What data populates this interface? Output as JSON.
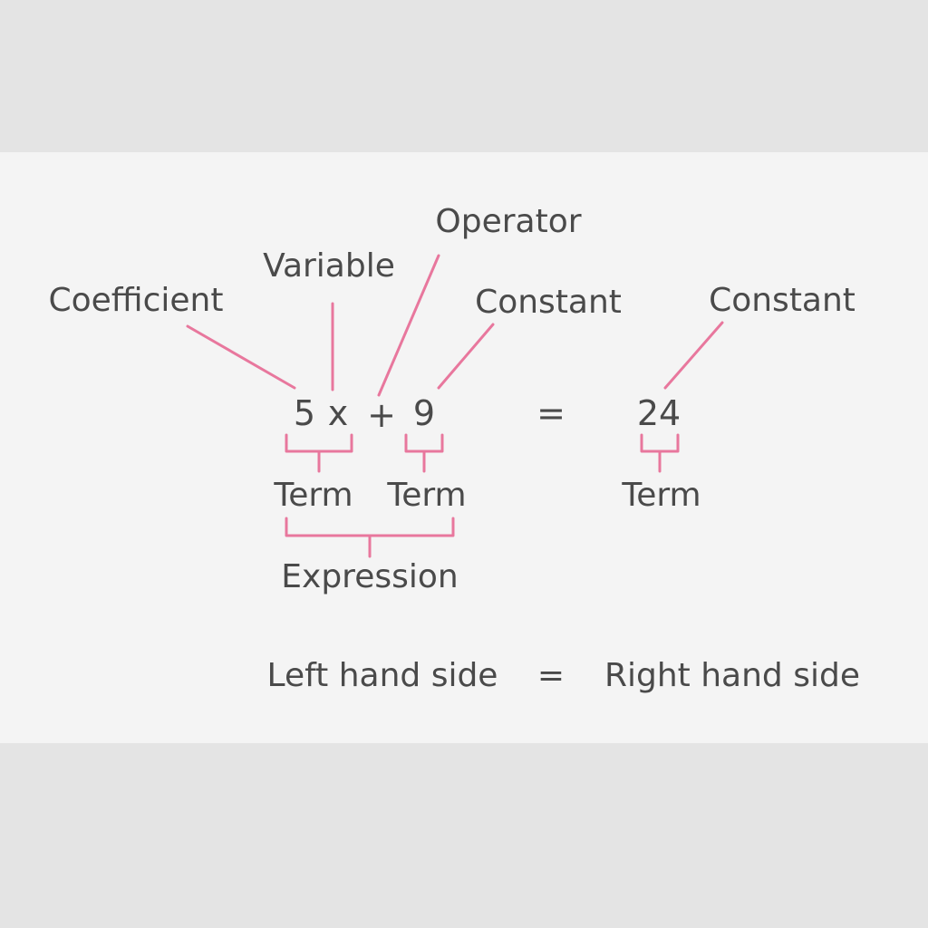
{
  "labels": {
    "coefficient": "Coefficient",
    "variable": "Variable",
    "operator": "Operator",
    "constant_left": "Constant",
    "constant_right": "Constant"
  },
  "equation": {
    "coefficient": "5",
    "variable": "x",
    "operator": "+",
    "constant": "9",
    "equals": "=",
    "right_constant": "24"
  },
  "groups": {
    "term_1": "Term",
    "term_2": "Term",
    "term_3": "Term",
    "expression": "Expression"
  },
  "sides": {
    "left": "Left hand side",
    "equals": "=",
    "right": "Right hand side"
  },
  "colors": {
    "accent": "#e8779d",
    "text": "#4a4a4a",
    "panel": "#f4f4f4",
    "background": "#e4e4e4"
  }
}
